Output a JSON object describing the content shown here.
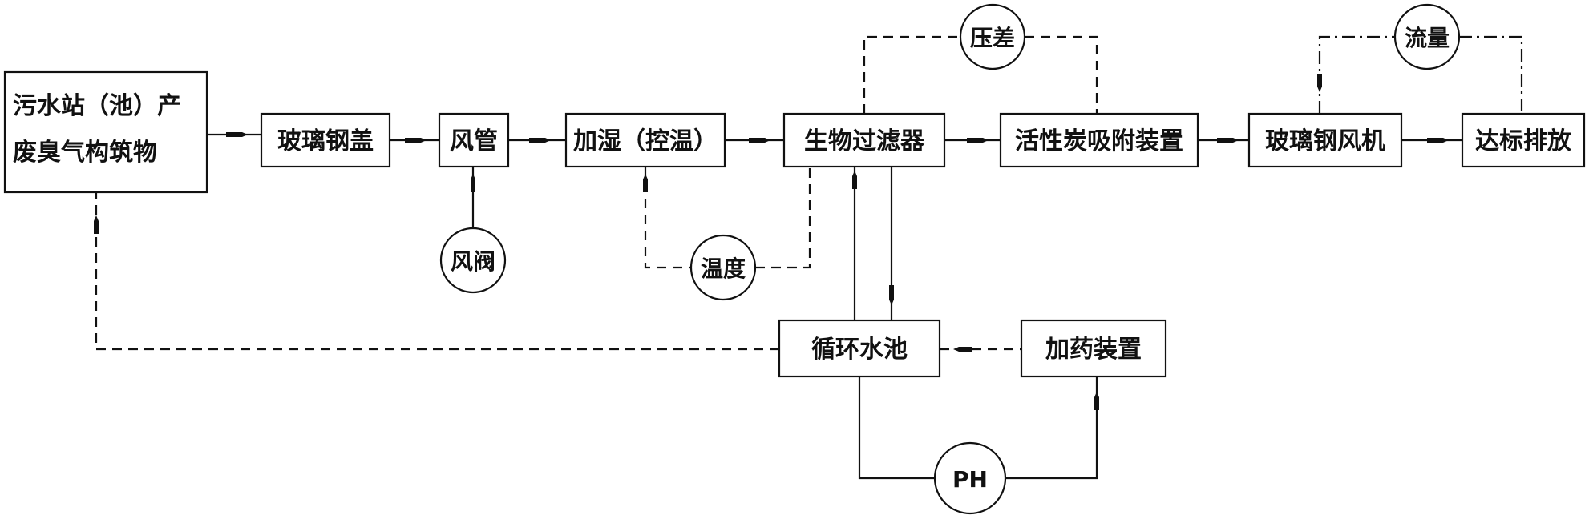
{
  "nodes": {
    "source_line1": "污水站（池）产",
    "source_line2": "废臭气构筑物",
    "frp_cover": "玻璃钢盖",
    "air_duct": "风管",
    "humidify": "加湿（控温）",
    "biofilter": "生物过滤器",
    "activated_carbon": "活性炭吸附装置",
    "frp_fan": "玻璃钢风机",
    "discharge": "达标排放",
    "circ_tank": "循环水池",
    "dosing": "加药装置"
  },
  "instruments": {
    "damper": "风阀",
    "temperature": "温度",
    "pressure_diff": "压差",
    "flow": "流量",
    "ph": "PH"
  }
}
